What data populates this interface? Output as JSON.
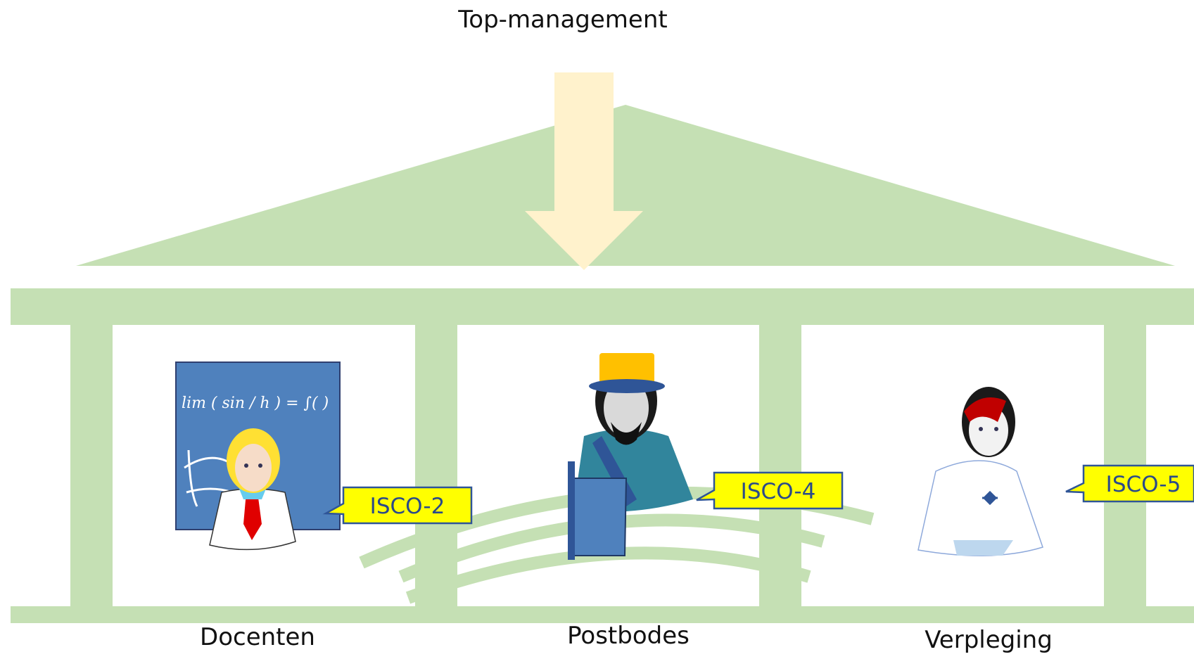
{
  "title": "Top-management",
  "groups": [
    {
      "label": "Docenten",
      "badge": "ISCO-2"
    },
    {
      "label": "Postbodes",
      "badge": "ISCO-4"
    },
    {
      "label": "Verpleging",
      "badge": "ISCO-5"
    }
  ],
  "blackboard_text": "lim ( sin / h ) = ∫( )",
  "colors": {
    "structure": "#c5e0b4",
    "arrow": "#fff2cc",
    "badge_fill": "#ffff00",
    "badge_border": "#2f5597",
    "blackboard": "#4f81bd"
  }
}
